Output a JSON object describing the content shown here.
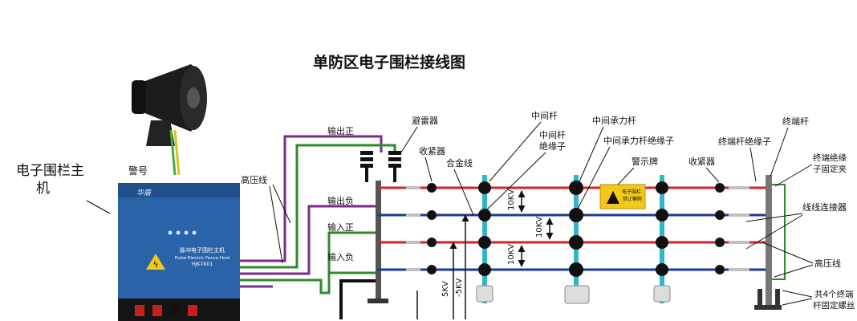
{
  "title": "单防区电子围栏接线图",
  "labels": {
    "siren": "警号",
    "host": "电子围栏主机",
    "hv_line_left": "高压线",
    "out_pos": "输出正",
    "out_neg": "输出负",
    "in_pos": "输入正",
    "in_neg": "输入负",
    "lightning": "避雷器",
    "tightener_left": "收紧器",
    "alloy_wire": "合金线",
    "mid_pole": "中间杆",
    "mid_pole_insulator": "中间杆\n绝缘子",
    "mid_load_pole": "中间承力杆",
    "mid_load_insulator": "中间承力杆绝缘子",
    "warning_sign": "警示牌",
    "tightener_right": "收紧器",
    "end_pole_insulator": "终端杆绝缘子",
    "end_pole": "终端杆",
    "end_insulator_clamp": "终端绝缘\n子固定夹",
    "wire_connector": "线线连接器",
    "hv_line_right": "高压线",
    "bolts": "共4个终端\n杆固定螺丝",
    "v10_1": "10KV",
    "v10_2": "10KV",
    "v10_3": "10KV",
    "v5_1": "5KV",
    "v5_2": "-5KV",
    "device_brand": "华盾",
    "device_model_cn": "脉冲电子围栏主机",
    "device_model_en": "Pulse Electric Fence Host",
    "device_model_code": "HJK-TK01",
    "sign_text": "电子围栏\n禁止攀爬"
  },
  "colors": {
    "red_wire": "#d2232a",
    "blue_wire": "#1b3a9a",
    "purple_wire": "#7a2b8a",
    "green_wire": "#2f8a2f",
    "pole_teal": "#33b5c9",
    "device_blue": "#2a63a8",
    "sign_yellow": "#f2c81a"
  }
}
